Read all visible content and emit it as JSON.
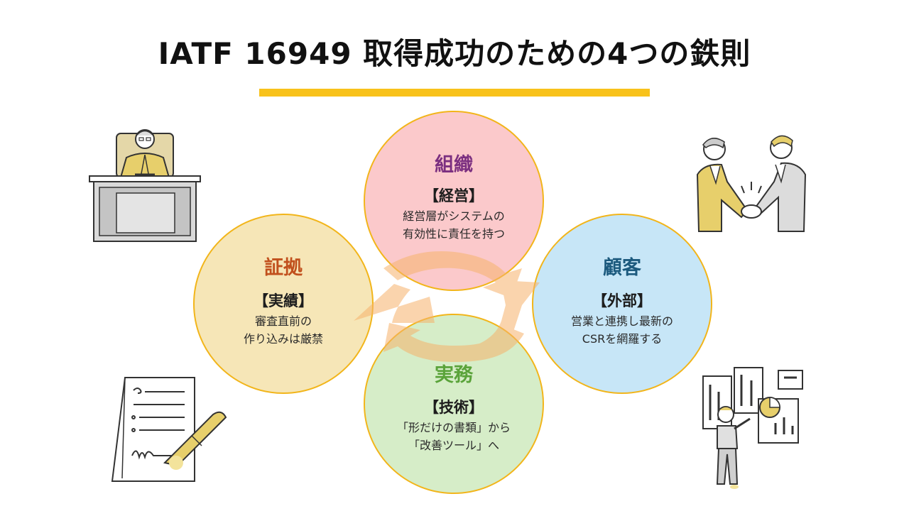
{
  "title": "IATF 16949 取得成功のための4つの鉄則",
  "colors": {
    "accent_bar": "#f8c21b",
    "circle_border": "#f2b51a",
    "arrow": "#f6b26b"
  },
  "pillars": {
    "top": {
      "heading": "組織",
      "heading_color": "#7b2f80",
      "sub": "【経営】",
      "line1": "経営層がシステムの",
      "line2": "有効性に責任を持つ",
      "bg": "#fbc9cb"
    },
    "left": {
      "heading": "証拠",
      "heading_color": "#c1501d",
      "sub": "【実績】",
      "line1": "審査直前の",
      "line2": "作り込みは厳禁",
      "bg": "#f6e6b7"
    },
    "right": {
      "heading": "顧客",
      "heading_color": "#1c5a7e",
      "sub": "【外部】",
      "line1": "営業と連携し最新の",
      "line2": "CSRを網羅する",
      "bg": "#c7e6f7"
    },
    "bottom": {
      "heading": "実務",
      "heading_color": "#5aa33a",
      "sub": "【技術】",
      "line1": "「形だけの書類」から",
      "line2": "「改善ツール」へ",
      "bg": "#d6edc8"
    }
  },
  "illustrations": {
    "top_left": "executive-at-desk",
    "top_right": "handshake",
    "bottom_left": "signed-document",
    "bottom_right": "analyst-with-charts"
  }
}
